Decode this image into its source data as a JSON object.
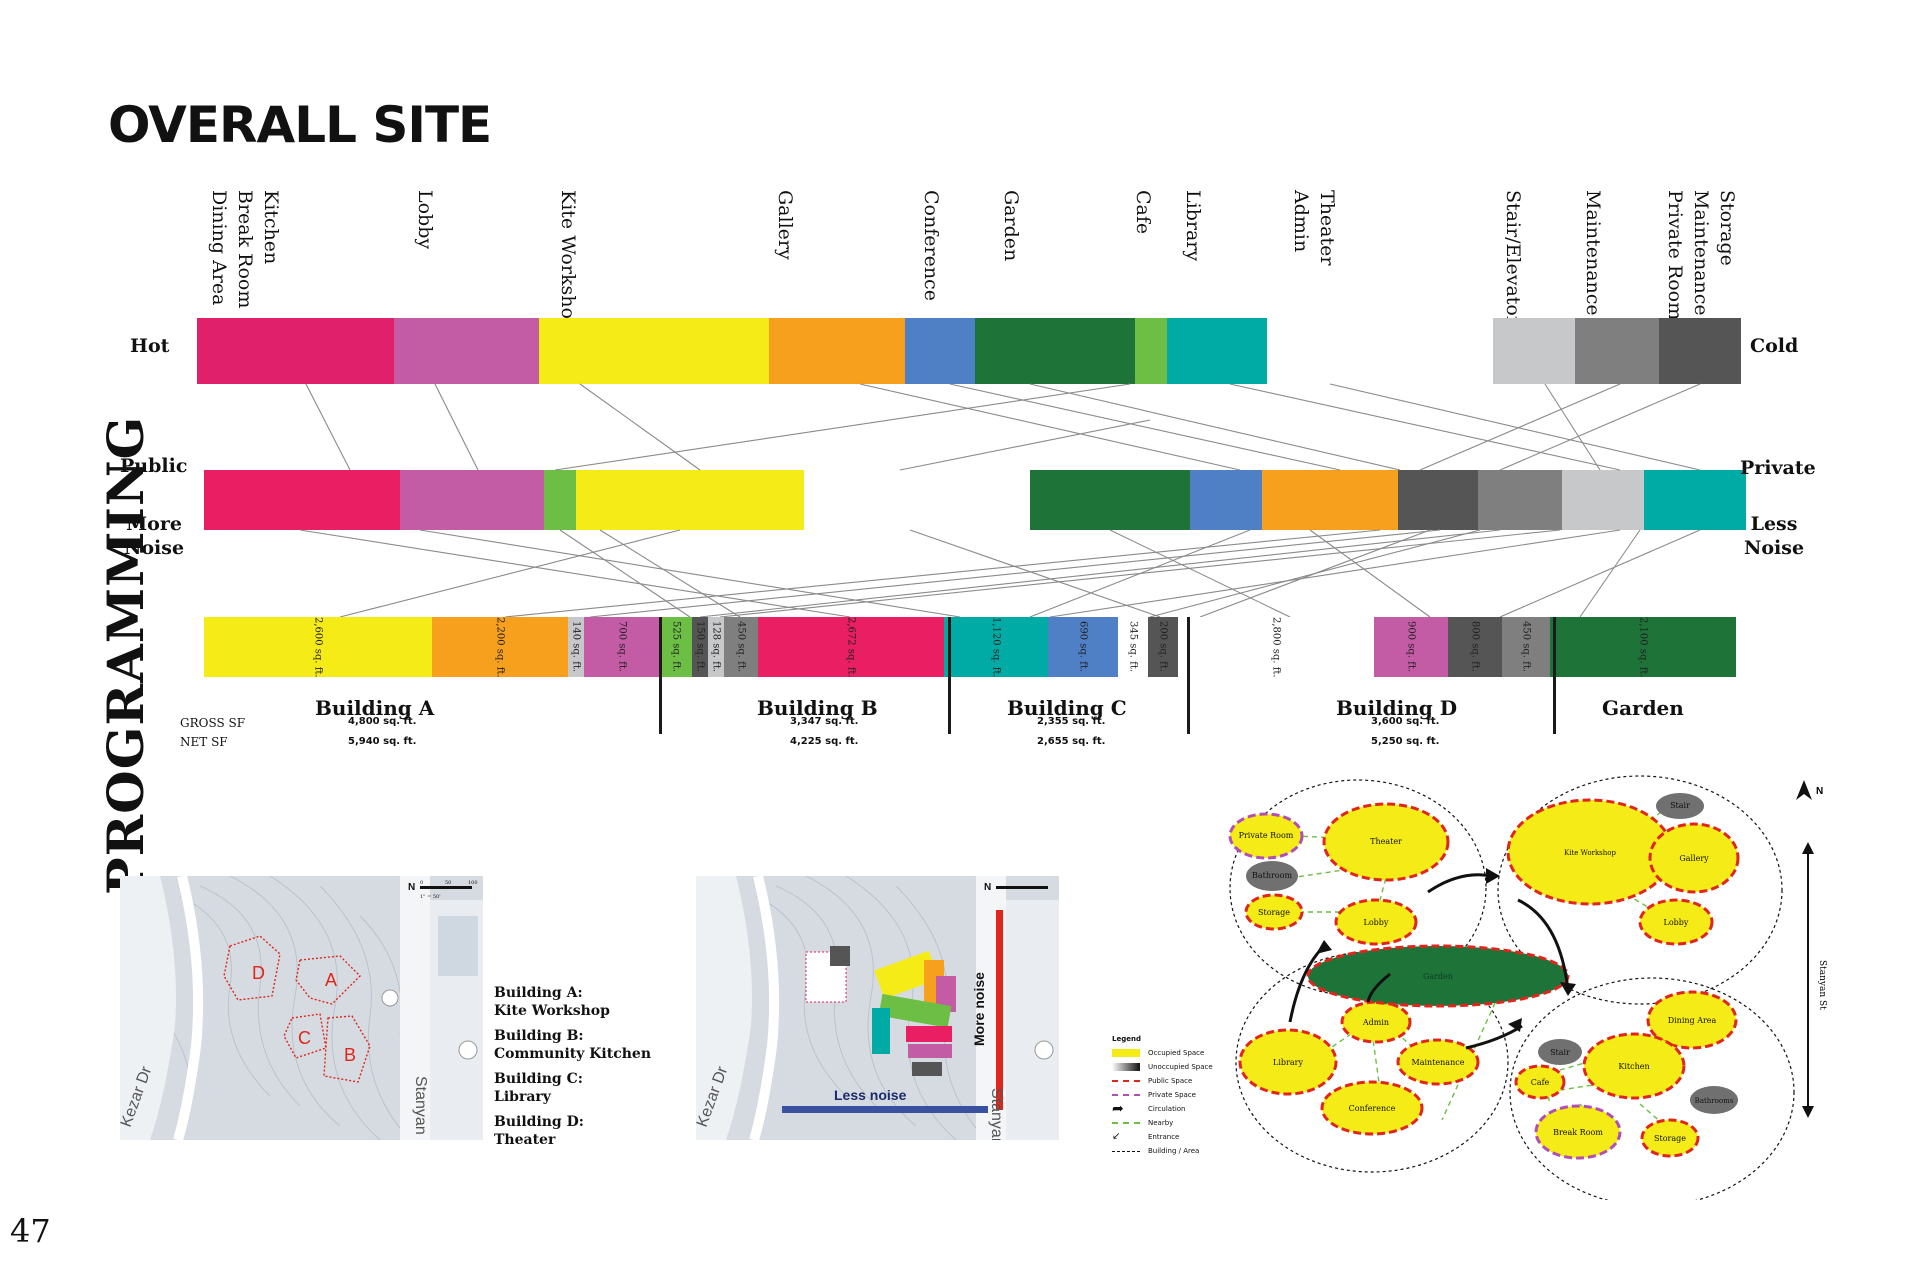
{
  "page": {
    "title": "OVERALL SITE",
    "vertical_title": "PROGRAMMING",
    "page_number": "47"
  },
  "axis": {
    "hot": "Hot",
    "cold": "Cold",
    "public": "Public",
    "private": "Private",
    "more_noise": "More\nNoise",
    "less_noise": "Less\nNoise"
  },
  "row1_labels": [
    "Kitchen\nBreak Room\nDining Area",
    "Lobby",
    "Kite Workshop",
    "Gallery",
    "Conference",
    "Garden",
    "Cafe",
    "Library",
    "Theater\nAdmin",
    "Stair/Elevator",
    "Maintenance",
    "Storage\nMaintenance\nPrivate Room"
  ],
  "row1_colors": [
    "#e0206a",
    "#c45ba5",
    "#f5eb16",
    "#f7a01e",
    "#4f7fc4",
    "#1e7339",
    "#6cbe45",
    "#00aba6",
    "#ffffff",
    "#c6c8c9",
    "#7f7f7f",
    "#555555"
  ],
  "row2_colors": [
    "#e91e63",
    "#c45ba5",
    "#6cbe45",
    "#f5eb16",
    "#ffffff",
    "#1e7339",
    "#4f7fc4",
    "#f7a01e",
    "#555555",
    "#7f7f7f",
    "#c6c8c9",
    "#00aba6"
  ],
  "row3": [
    {
      "color": "#f5eb16",
      "label": "2,600 sq. ft."
    },
    {
      "color": "#f7a01e",
      "label": "2,200 sq. ft."
    },
    {
      "color": "#c6c8c9",
      "label": "140 sq. ft."
    },
    {
      "color": "#c45ba5",
      "label": "700 sq. ft."
    },
    {
      "color": "#6cbe45",
      "label": "525 sq. ft."
    },
    {
      "color": "#555555",
      "label": "150 sq. ft."
    },
    {
      "color": "#c6c8c9",
      "label": "128 sq. ft."
    },
    {
      "color": "#7f7f7f",
      "label": "450 sq. ft."
    },
    {
      "color": "#e91e63",
      "label": "2,672 sq. ft."
    },
    {
      "color": "#00aba6",
      "label": "1,120 sq. ft."
    },
    {
      "color": "#4f7fc4",
      "label": "690 sq. ft."
    },
    {
      "color": "#ffffff",
      "label": "345 sq. ft."
    },
    {
      "color": "#555555",
      "label": "200 sq. ft."
    },
    {
      "color": "#ffffff",
      "label": "2,800 sq. ft."
    },
    {
      "color": "#c45ba5",
      "label": "900 sq. ft."
    },
    {
      "color": "#555555",
      "label": "800 sq. ft."
    },
    {
      "color": "#7f7f7f",
      "label": "450 sq. ft."
    },
    {
      "color": "#1e7339",
      "label": "2,100 sq. ft."
    }
  ],
  "sf_labels": {
    "gross": "GROSS SF",
    "net": "NET SF"
  },
  "buildings": [
    {
      "name": "Building A",
      "gross": "4,800 sq. ft.",
      "net": "5,940 sq. ft."
    },
    {
      "name": "Building B",
      "gross": "3,347 sq. ft.",
      "net": "4,225 sq. ft."
    },
    {
      "name": "Building C",
      "gross": "2,355 sq. ft.",
      "net": "2,655 sq. ft."
    },
    {
      "name": "Building D",
      "gross": "3,600 sq. ft.",
      "net": "5,250 sq. ft."
    },
    {
      "name": "Garden",
      "gross": "",
      "net": ""
    }
  ],
  "map1": {
    "street_left": "Kezar Dr",
    "street_right": "Stanyan",
    "letters": [
      "D",
      "A",
      "C",
      "B"
    ],
    "north": "N",
    "scale": [
      "0",
      "50",
      "100"
    ],
    "scale_note": "1\" = 50'"
  },
  "building_key": [
    {
      "title": "Building A:",
      "use": "Kite Workshop"
    },
    {
      "title": "Building B:",
      "use": "Community Kitchen"
    },
    {
      "title": "Building C:",
      "use": "Library"
    },
    {
      "title": "Building D:",
      "use": "Theater"
    }
  ],
  "map2": {
    "street_left": "Kezar Dr",
    "street_right": "Stanyan",
    "more_noise": "More noise",
    "less_noise": "Less noise",
    "north": "N"
  },
  "bubble": {
    "north": "N",
    "street": "Stanyan St",
    "nodes": {
      "private_room": "Private Room",
      "theater": "Theater",
      "bathroom": "Bathroom",
      "storage1": "Storage",
      "lobby1": "Lobby",
      "kite_workshop": "Kite Workshop",
      "stair1": "Stair",
      "gallery": "Gallery",
      "lobby2": "Lobby",
      "garden": "Garden",
      "admin": "Admin",
      "library": "Library",
      "maintenance": "Maintenance",
      "conference": "Conference",
      "dining": "Dining Area",
      "stair2": "Stair",
      "kitchen": "Kitchen",
      "cafe": "Cafe",
      "bathrooms": "Bathrooms",
      "break_room": "Break Room",
      "storage2": "Storage"
    }
  },
  "legend": {
    "title": "Legend",
    "items": [
      "Occupied Space",
      "Unoccupied Space",
      "Public Space",
      "Private Space",
      "Circulation",
      "Nearby",
      "Entrance",
      "Building / Area"
    ]
  }
}
